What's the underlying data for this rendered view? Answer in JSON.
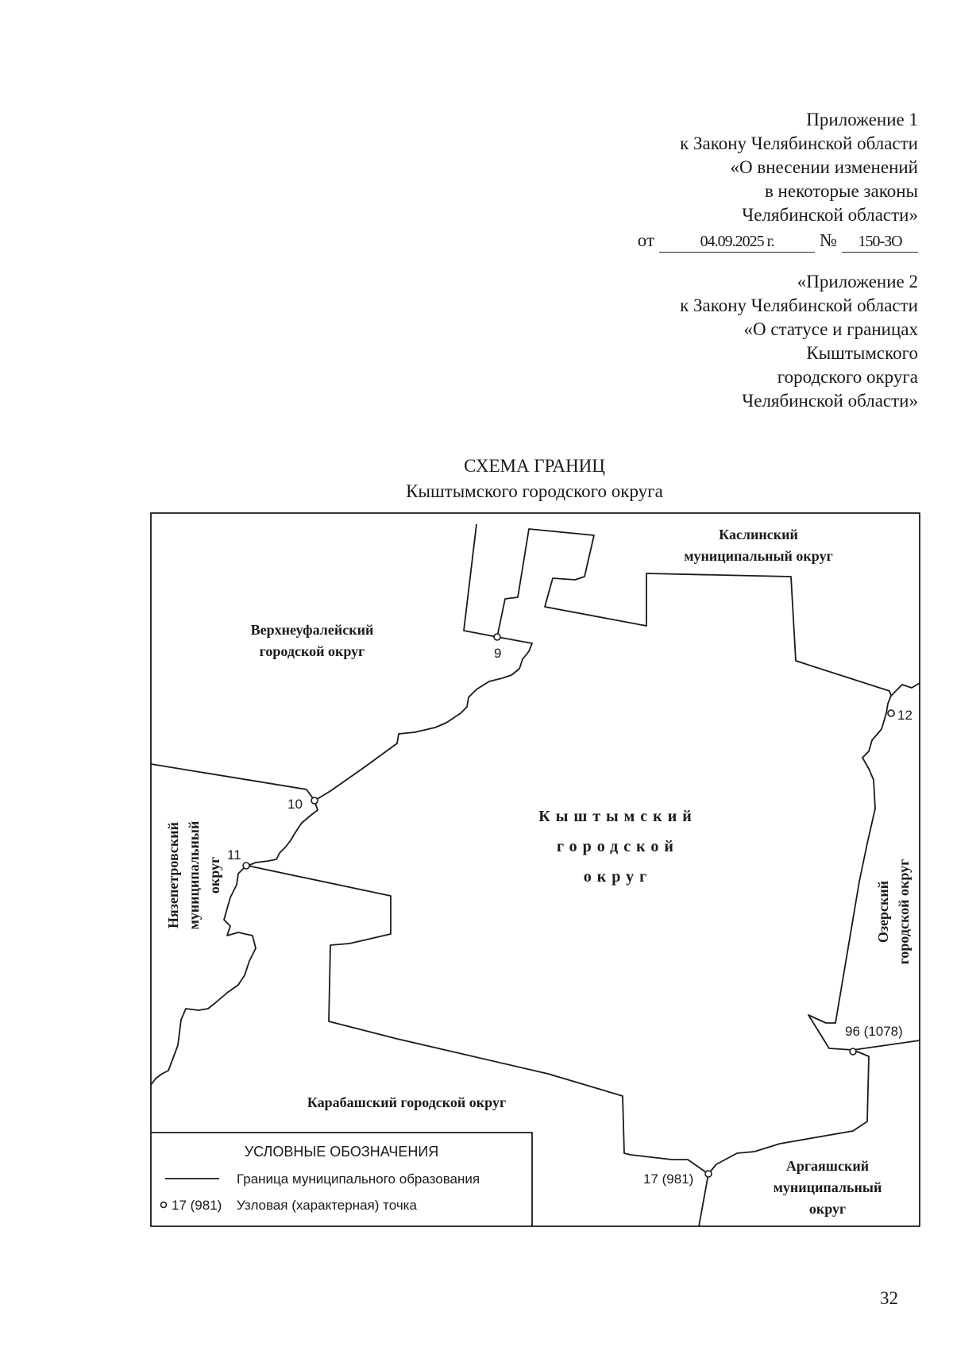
{
  "header_appendix": {
    "line1": "Приложение 1",
    "line2": "к Закону Челябинской области",
    "line3": "«О внесении изменений",
    "line4": "в некоторые законы",
    "line5": "Челябинской области»",
    "date_prefix": "от",
    "date_value": "04.09.2025 г.",
    "number_prefix": "№",
    "number_value": "150-ЗО"
  },
  "header_original": {
    "line1": "«Приложение 2",
    "line2": "к Закону Челябинской области",
    "line3": "«О статусе и границах",
    "line4": "Кыштымского",
    "line5": "городского округа",
    "line6": "Челябинской области»"
  },
  "scheme": {
    "title": "СХЕМА ГРАНИЦ",
    "subtitle": "Кыштымского городского округа"
  },
  "map": {
    "regions": {
      "kasli_line1": "Каслинский",
      "kasli_line2": "муниципальный округ",
      "verkhneufaley_line1": "Верхнеуфалейский",
      "verkhneufaley_line2": "городской округ",
      "kyshtym_line1": "Кыштымский",
      "kyshtym_line2": "городской",
      "kyshtym_line3": "округ",
      "nyazepetrovsk_line1": "Нязепетровский",
      "nyazepetrovsk_line2": "муниципальный",
      "nyazepetrovsk_line3": "округ",
      "ozersk_line1": "Озерский",
      "ozersk_line2": "городской округ",
      "karabash": "Карабашский городской округ",
      "argayash_line1": "Аргаяшский",
      "argayash_line2": "муниципальный",
      "argayash_line3": "округ"
    },
    "points": {
      "p9": "9",
      "p10": "10",
      "p11": "11",
      "p12": "12",
      "p96": "96 (1078)",
      "p17": "17 (981)"
    },
    "legend": {
      "title": "УСЛОВНЫЕ ОБОЗНАЧЕНИЯ",
      "boundary_label": "Граница муниципального образования",
      "point_sample": "17 (981)",
      "point_label": "Узловая (характерная) точка"
    },
    "colors": {
      "line": "#1a1a1a",
      "background": "#ffffff"
    }
  },
  "page_number": "32"
}
